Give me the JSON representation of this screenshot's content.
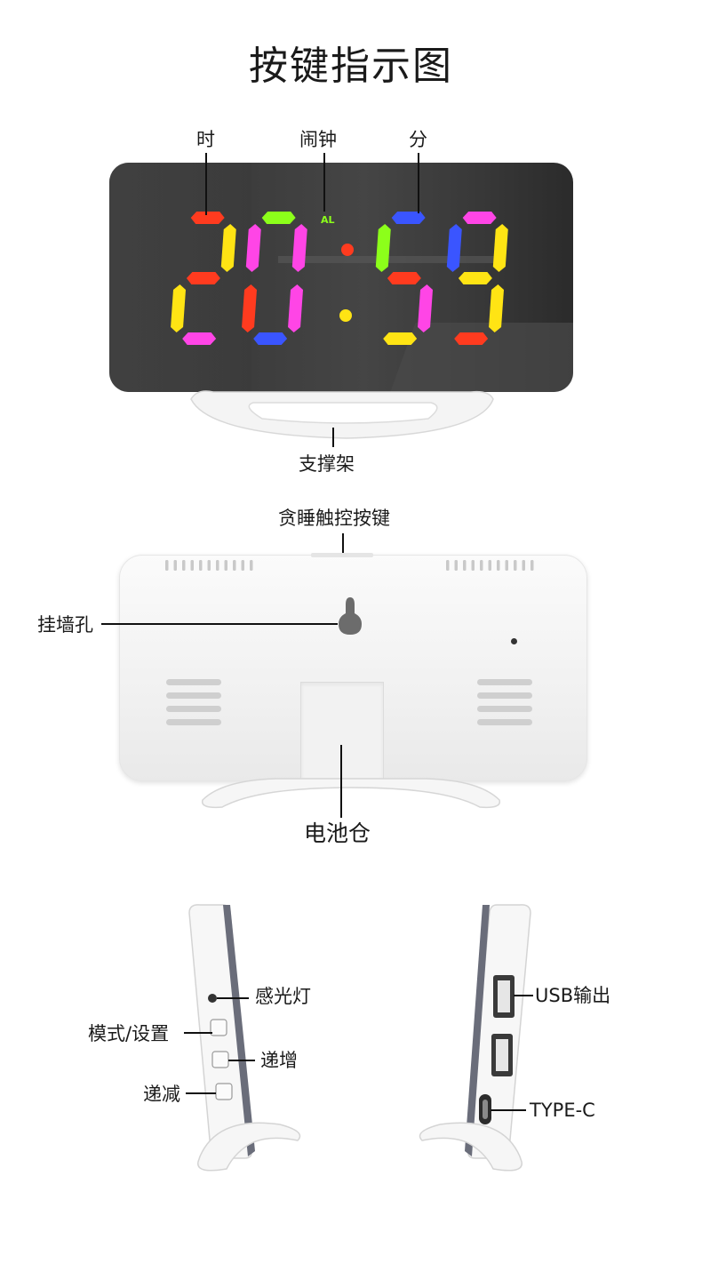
{
  "title": "按键指示图",
  "front": {
    "labels": {
      "hour": "时",
      "alarm": "闹钟",
      "minute": "分",
      "stand": "支撑架"
    },
    "clock": {
      "digits": [
        "2",
        "0",
        "5",
        "9"
      ],
      "alarm_indicator": "AL",
      "colors": {
        "red": "#ff3b1f",
        "yellow": "#ffe414",
        "magenta": "#ff45e6",
        "blue": "#3a55ff",
        "green": "#8cff1a"
      }
    }
  },
  "back": {
    "labels": {
      "snooze": "贪睡触控按键",
      "wall_hole": "挂墙孔",
      "battery": "电池仓"
    }
  },
  "side_left": {
    "labels": {
      "light_sensor": "感光灯",
      "mode_set": "模式/设置",
      "increase": "递增",
      "decrease": "递减"
    }
  },
  "side_right": {
    "labels": {
      "usb": "USB输出",
      "type_c": "TYPE-C"
    }
  }
}
